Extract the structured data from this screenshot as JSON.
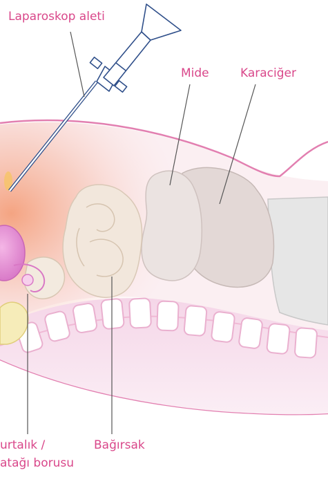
{
  "labels": {
    "laparoscope": "Laparoskop aleti",
    "stomach": "Mide",
    "liver": "Karaciğer",
    "intestine": "Bağırsak",
    "ovary_tube_line1": "urtalık /",
    "ovary_tube_line2": "atağı borusu"
  },
  "colors": {
    "label": "#d9478a",
    "leader_line": "#555555",
    "body_outline": "#e27fb0",
    "instrument": "#2f4f8a"
  }
}
